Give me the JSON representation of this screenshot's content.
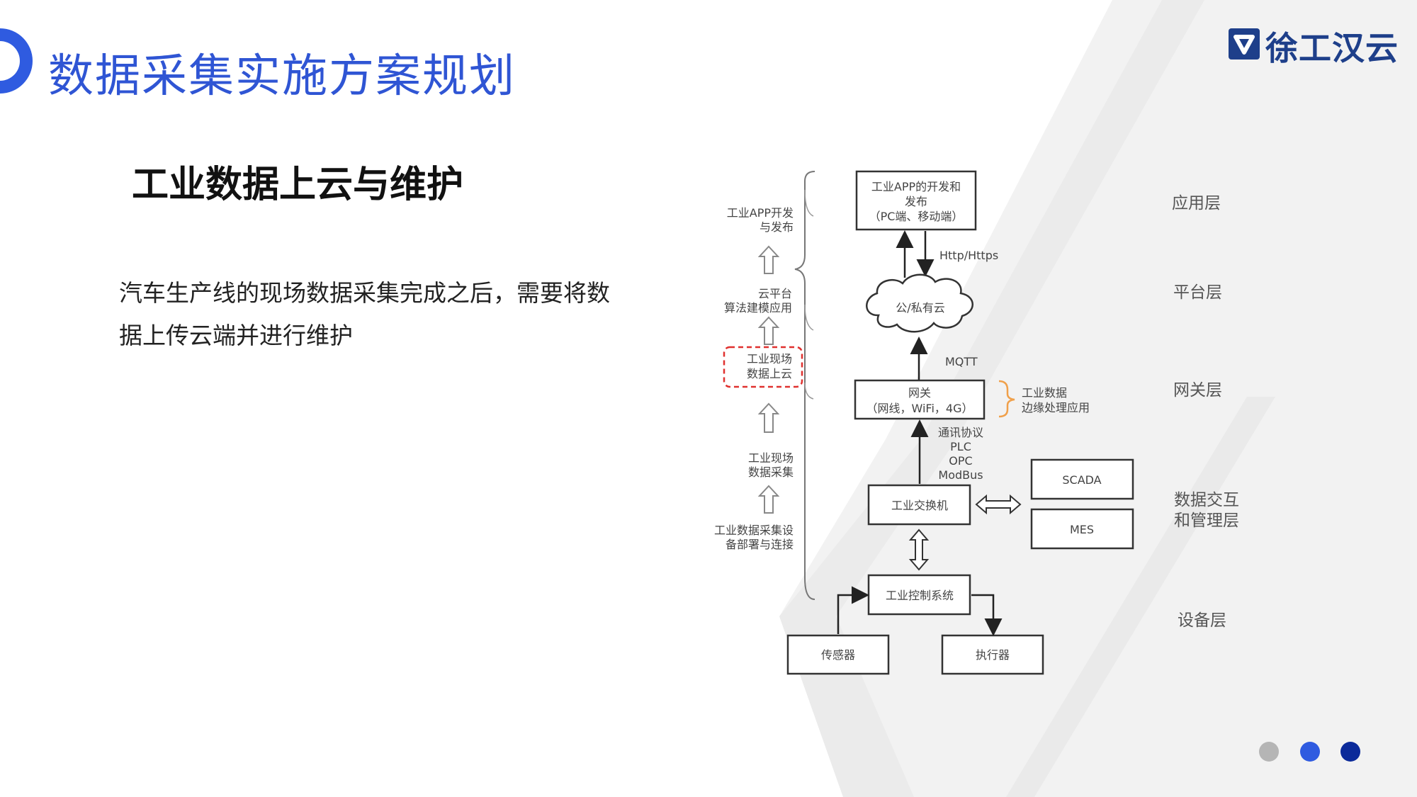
{
  "page": {
    "title": "数据采集实施方案规划",
    "brand": "徐工汉云",
    "section_heading": "工业数据上云与维护",
    "body_text": "汽车生产线的现场数据采集完成之后，需要将数据上传云端并进行维护"
  },
  "colors": {
    "title_blue": "#2f55d4",
    "brand_navy": "#1e3f8a",
    "dot_gray": "#b5b5b5",
    "dot_blue": "#2f5be0",
    "dot_navy": "#0b2a9a",
    "highlight_red": "#e0312f",
    "bracket_orange": "#f0a04a"
  },
  "diagram": {
    "boxes": {
      "app": [
        "工业APP的开发和",
        "发布",
        "（PC端、移动端）"
      ],
      "cloud": "公/私有云",
      "gateway": [
        "网关",
        "（网线，WiFi，4G）"
      ],
      "switch": "工业交换机",
      "scada": "SCADA",
      "mes": "MES",
      "control": "工业控制系统",
      "sensor": "传感器",
      "actuator": "执行器"
    },
    "edge_labels": {
      "http": "Http/Https",
      "mqtt": "MQTT",
      "protocols": [
        "通讯协议",
        "PLC",
        "OPC",
        "ModBus"
      ],
      "edge_app": [
        "工业数据",
        "边缘处理应用"
      ]
    },
    "left_steps": {
      "app_dev": [
        "工业APP开发",
        "与发布"
      ],
      "cloud_platform": [
        "云平台",
        "算法建模应用"
      ],
      "upload": [
        "工业现场",
        "数据上云"
      ],
      "collect": [
        "工业现场",
        "数据采集"
      ],
      "deploy": [
        "工业数据采集设",
        "备部署与连接"
      ]
    },
    "layers": {
      "application": "应用层",
      "platform": "平台层",
      "gateway": "网关层",
      "data_mgmt": [
        "数据交互",
        "和管理层"
      ],
      "device": "设备层"
    }
  },
  "pagination": {
    "total": 3,
    "active": 3
  }
}
